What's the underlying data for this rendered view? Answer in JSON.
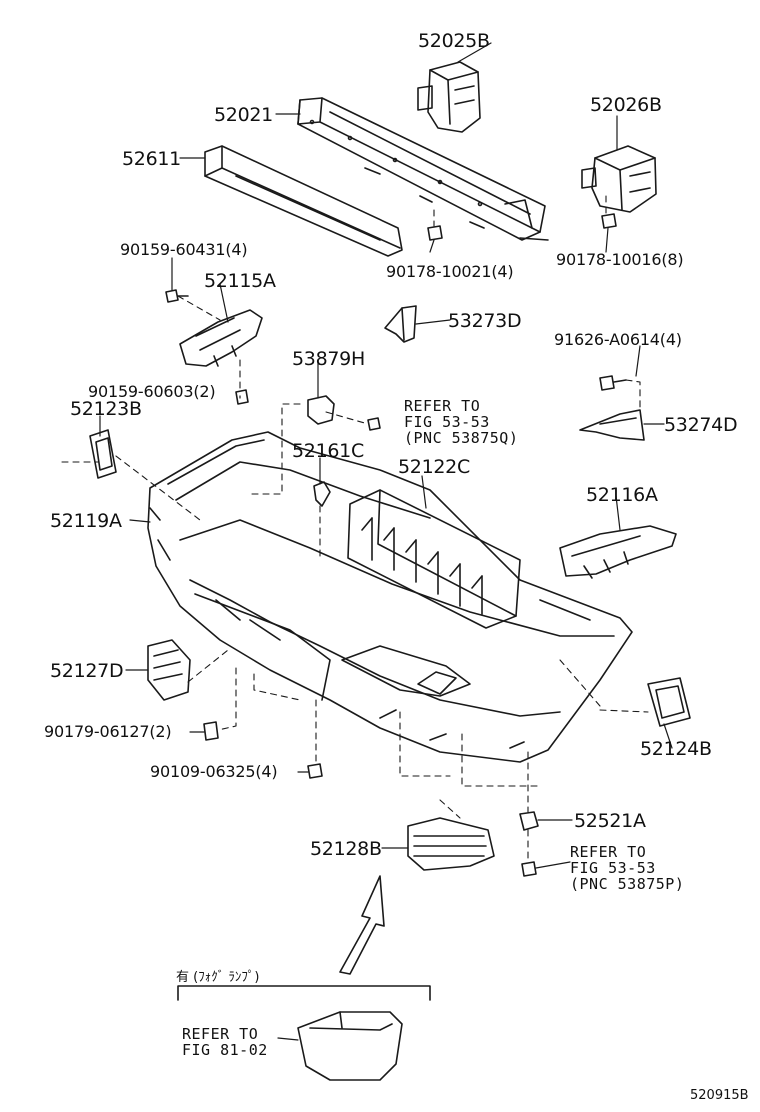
{
  "diagram": {
    "parts": [
      {
        "id": "p52025B",
        "label": "52025B"
      },
      {
        "id": "p52021",
        "label": "52021"
      },
      {
        "id": "p52026B",
        "label": "52026B"
      },
      {
        "id": "p52611",
        "label": "52611"
      },
      {
        "id": "p90159_60431",
        "label": "90159-60431(4)"
      },
      {
        "id": "p90178_10021",
        "label": "90178-10021(4)"
      },
      {
        "id": "p90178_10016",
        "label": "90178-10016(8)"
      },
      {
        "id": "p52115A",
        "label": "52115A"
      },
      {
        "id": "p53273D",
        "label": "53273D"
      },
      {
        "id": "p91626_A0614",
        "label": "91626-A0614(4)"
      },
      {
        "id": "p53879H",
        "label": "53879H"
      },
      {
        "id": "p90159_60603",
        "label": "90159-60603(2)"
      },
      {
        "id": "p52123B",
        "label": "52123B"
      },
      {
        "id": "p53274D",
        "label": "53274D"
      },
      {
        "id": "p52161C",
        "label": "52161C"
      },
      {
        "id": "p52122C",
        "label": "52122C"
      },
      {
        "id": "p52116A",
        "label": "52116A"
      },
      {
        "id": "p52119A",
        "label": "52119A"
      },
      {
        "id": "p52127D",
        "label": "52127D"
      },
      {
        "id": "p90179_06127",
        "label": "90179-06127(2)"
      },
      {
        "id": "p52124B",
        "label": "52124B"
      },
      {
        "id": "p90109_06325",
        "label": "90109-06325(4)"
      },
      {
        "id": "p52521A",
        "label": "52521A"
      },
      {
        "id": "p52128B",
        "label": "52128B"
      }
    ],
    "references": {
      "ref1": [
        "REFER TO",
        "FIG 53-53",
        "(PNC 53875Q)"
      ],
      "ref2": [
        "REFER TO",
        "FIG 53-53",
        "(PNC 53875P)"
      ],
      "ref3": [
        "REFER TO",
        "FIG 81-02"
      ]
    },
    "option_note": "有 (ﾌｫｸﾞ ﾗﾝﾌﾟ)",
    "figure_code": "520915B"
  }
}
